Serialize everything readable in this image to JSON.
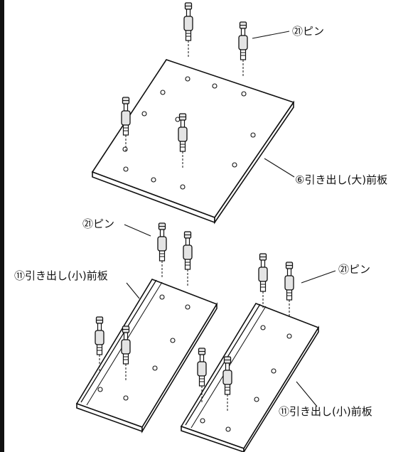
{
  "diagram": {
    "labels": {
      "pin_top": "㉑ピン",
      "panel_large": "⑥引き出し(大)前板",
      "pin_middle_left": "㉑ピン",
      "panel_small_left": "⑪引き出し(小)前板",
      "pin_middle_right": "㉑ピン",
      "panel_small_right": "⑪引き出し(小)前板"
    },
    "colors": {
      "line": "#111111",
      "panel_fill": "#ffffff",
      "pin_fill": "#e4e4e4",
      "background": "#ffffff"
    }
  }
}
